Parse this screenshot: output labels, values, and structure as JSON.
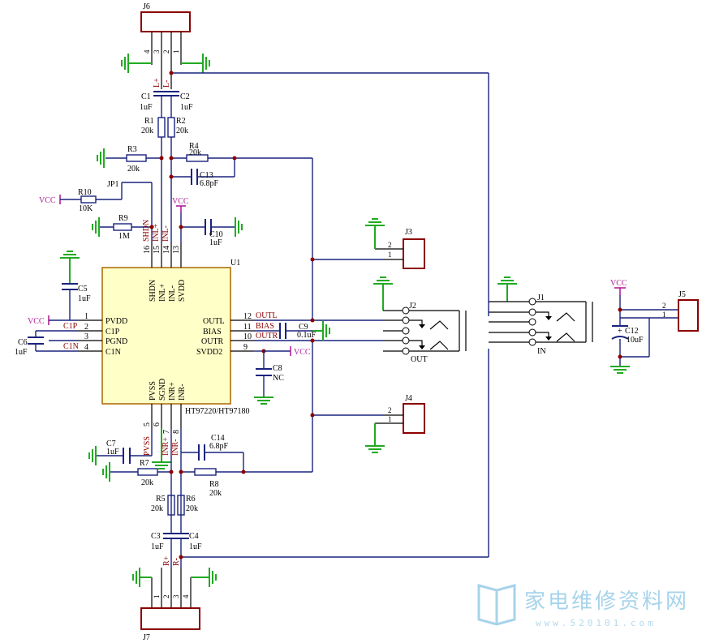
{
  "chip": {
    "ref": "U1",
    "part": "HT97220/HT97180",
    "left_pins": [
      {
        "n": "1",
        "name": "PVDD"
      },
      {
        "n": "2",
        "name": "C1P"
      },
      {
        "n": "3",
        "name": "PGND"
      },
      {
        "n": "4",
        "name": "C1N"
      }
    ],
    "right_pins": [
      {
        "n": "12",
        "name": "OUTL"
      },
      {
        "n": "11",
        "name": "BIAS"
      },
      {
        "n": "10",
        "name": "OUTR"
      },
      {
        "n": "9",
        "name": "SVDD2"
      }
    ],
    "top_pins": [
      {
        "n": "16",
        "name": "SHDN"
      },
      {
        "n": "15",
        "name": "INL+"
      },
      {
        "n": "14",
        "name": "INL-"
      },
      {
        "n": "13",
        "name": "SVDD"
      }
    ],
    "bottom_pins": [
      {
        "n": "5",
        "name": "PVSS"
      },
      {
        "n": "6",
        "name": "SGND"
      },
      {
        "n": "7",
        "name": "INR+"
      },
      {
        "n": "8",
        "name": "INR-"
      }
    ]
  },
  "connectors": {
    "J6": {
      "ref": "J6",
      "pins": [
        "4",
        "3",
        "2",
        "1"
      ]
    },
    "J7": {
      "ref": "J7",
      "pins": [
        "1",
        "2",
        "3",
        "4"
      ]
    },
    "J3": {
      "ref": "J3",
      "pins": [
        "2",
        "1"
      ]
    },
    "J4": {
      "ref": "J4",
      "pins": [
        "2",
        "1"
      ]
    },
    "J2": {
      "ref": "J2",
      "label": "OUT"
    },
    "J1": {
      "ref": "J1",
      "label": "IN"
    },
    "J5": {
      "ref": "J5",
      "pins": [
        "2",
        "1"
      ]
    },
    "JP1": {
      "ref": "JP1"
    }
  },
  "components": [
    {
      "ref": "C1",
      "val": "1uF"
    },
    {
      "ref": "C2",
      "val": "1uF"
    },
    {
      "ref": "R1",
      "val": "20k"
    },
    {
      "ref": "R2",
      "val": "20k"
    },
    {
      "ref": "R3",
      "val": "20k"
    },
    {
      "ref": "R4",
      "val": "20k"
    },
    {
      "ref": "C13",
      "val": "6.8pF"
    },
    {
      "ref": "R10",
      "val": "10K"
    },
    {
      "ref": "R9",
      "val": "1M"
    },
    {
      "ref": "C10",
      "val": "1uF"
    },
    {
      "ref": "C5",
      "val": "1uF"
    },
    {
      "ref": "C6",
      "val": "1uF"
    },
    {
      "ref": "C9",
      "val": "0.1uF"
    },
    {
      "ref": "C8",
      "val": "NC"
    },
    {
      "ref": "C7",
      "val": "1uF"
    },
    {
      "ref": "R7",
      "val": "20k"
    },
    {
      "ref": "C14",
      "val": "6.8pF"
    },
    {
      "ref": "R8",
      "val": "20k"
    },
    {
      "ref": "R5",
      "val": "20k"
    },
    {
      "ref": "R6",
      "val": "20k"
    },
    {
      "ref": "C3",
      "val": "1uF"
    },
    {
      "ref": "C4",
      "val": "1uF"
    },
    {
      "ref": "C12",
      "val": "10uF"
    }
  ],
  "nets": {
    "L_plus": "L+",
    "L_minus": "L-",
    "R_plus": "R+",
    "R_minus": "R-",
    "shdn": "SHDN",
    "inl_p": "INL+",
    "inl_m": "INL-",
    "c1p": "C1P",
    "c1n": "C1N",
    "outl": "OUTL",
    "bias": "BIAS",
    "outr": "OUTR",
    "pvss": "PVSS",
    "inr_p": "INR+",
    "inr_m": "INR-"
  },
  "power": {
    "vcc": "VCC"
  },
  "watermark": {
    "title": "家电维修资料网",
    "url": "www.520101.com"
  },
  "colors": {
    "wire": "#1a237e",
    "ground": "#22aa22",
    "power": "#b0209a",
    "chip_fill": "#ffffc8",
    "net_label": "#8b0000"
  }
}
